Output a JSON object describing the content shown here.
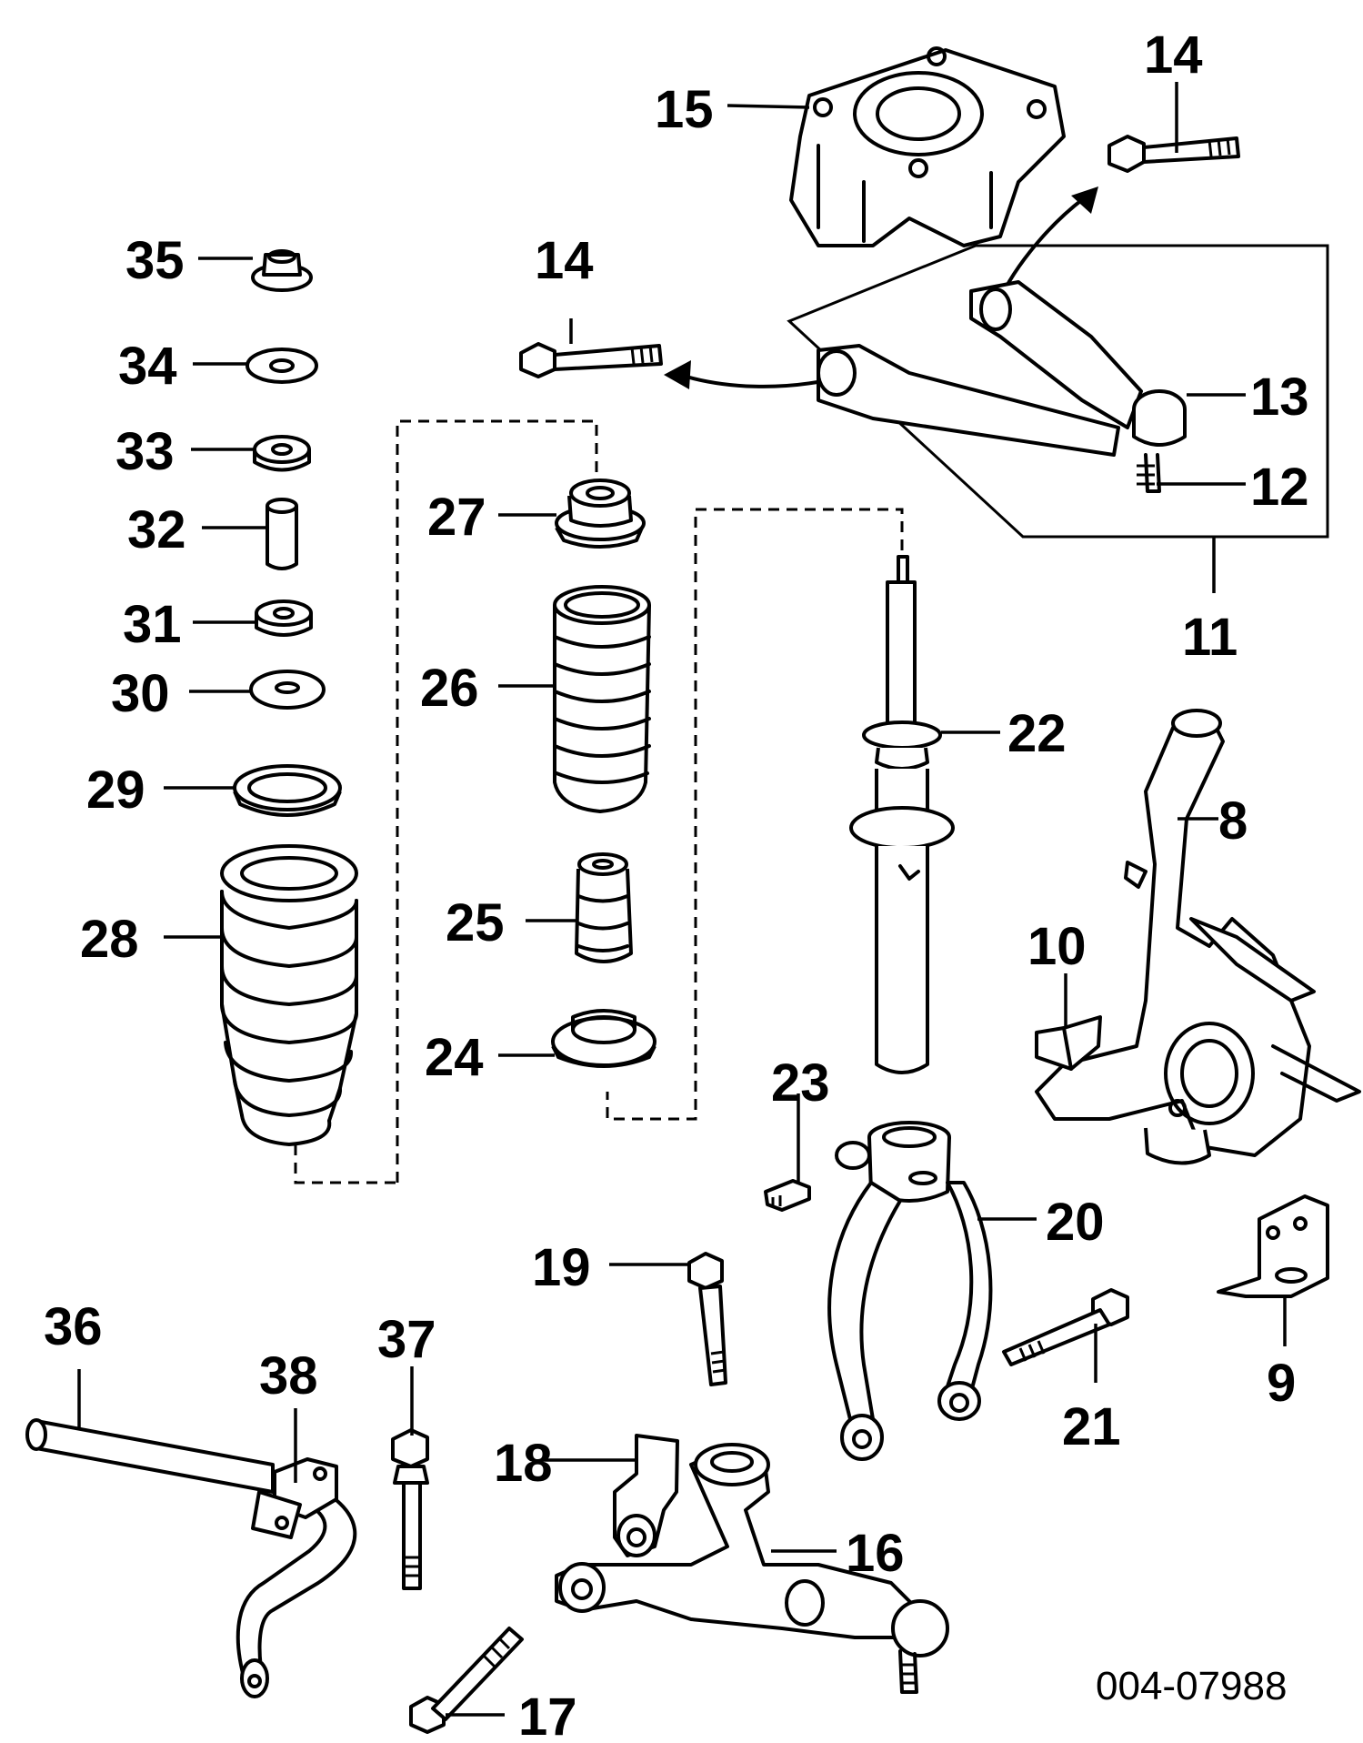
{
  "callouts": {
    "c8": "8",
    "c9": "9",
    "c10": "10",
    "c11": "11",
    "c12": "12",
    "c13": "13",
    "c14a": "14",
    "c14b": "14",
    "c15": "15",
    "c16": "16",
    "c17": "17",
    "c18": "18",
    "c19": "19",
    "c20": "20",
    "c21": "21",
    "c22": "22",
    "c23": "23",
    "c24": "24",
    "c25": "25",
    "c26": "26",
    "c27": "27",
    "c28": "28",
    "c29": "29",
    "c30": "30",
    "c31": "31",
    "c32": "32",
    "c33": "33",
    "c34": "34",
    "c35": "35",
    "c36": "36",
    "c37": "37",
    "c38": "38"
  },
  "reference_number": "004-07988"
}
